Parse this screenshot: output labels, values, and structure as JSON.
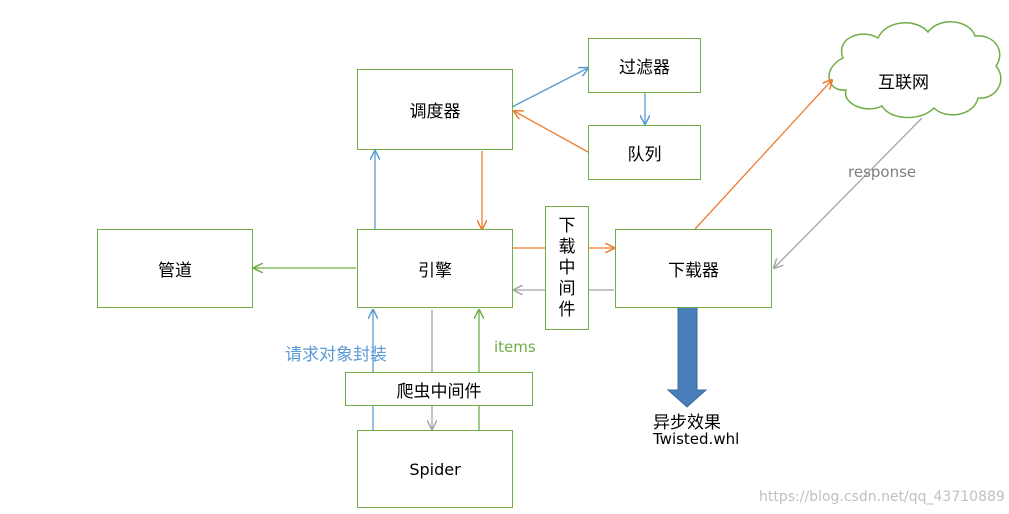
{
  "nodes": {
    "scheduler": "调度器",
    "filter": "过滤器",
    "queue": "队列",
    "internet": "互联网",
    "pipeline": "管道",
    "engine": "引擎",
    "downloader_middleware": [
      "下",
      "载",
      "中",
      "间",
      "件"
    ],
    "downloader": "下载器",
    "spider_middleware": "爬虫中间件",
    "spider": "Spider"
  },
  "labels": {
    "response": "response",
    "request_wrap": "请求对象封装",
    "items": "items",
    "async_effect": "异步效果",
    "twisted": "Twisted.whl"
  },
  "watermark": "https://blog.csdn.net/qq_43710889",
  "colors": {
    "box_border": "#70ad47",
    "blue_arrow": "#5b9bd5",
    "orange_arrow": "#ed7d31",
    "green_arrow": "#70ad47",
    "gray_arrow": "#a5a5a5",
    "request_label": "#5b9bd5",
    "async_arrow": "#4a7ebb",
    "watermark": "#c0c0c0"
  }
}
